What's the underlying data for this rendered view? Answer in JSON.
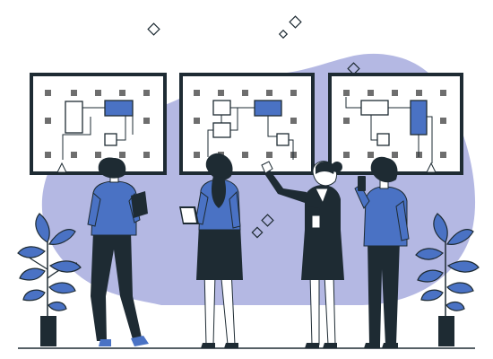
{
  "scene": {
    "kind": "flat-illustration",
    "subject": "team-reviewing-process-flowcharts",
    "colors": {
      "background": "#ffffff",
      "blob": "#b4b8e3",
      "accent_blue": "#4a72c4",
      "dark": "#1e2b33",
      "screen_fill": "#ffffff",
      "node_gray": "#6e6e6e",
      "skin": "#ffffff"
    },
    "boards": [
      {
        "id": "board-left",
        "highlight_block": "top-right"
      },
      {
        "id": "board-center",
        "highlight_block": "top-right"
      },
      {
        "id": "board-right",
        "highlight_block": "right-tall"
      }
    ],
    "people": [
      {
        "id": "man-with-tablet"
      },
      {
        "id": "woman-with-laptop"
      },
      {
        "id": "woman-presenting"
      },
      {
        "id": "man-with-phone"
      }
    ],
    "plants": [
      "plant-left",
      "plant-right"
    ]
  }
}
